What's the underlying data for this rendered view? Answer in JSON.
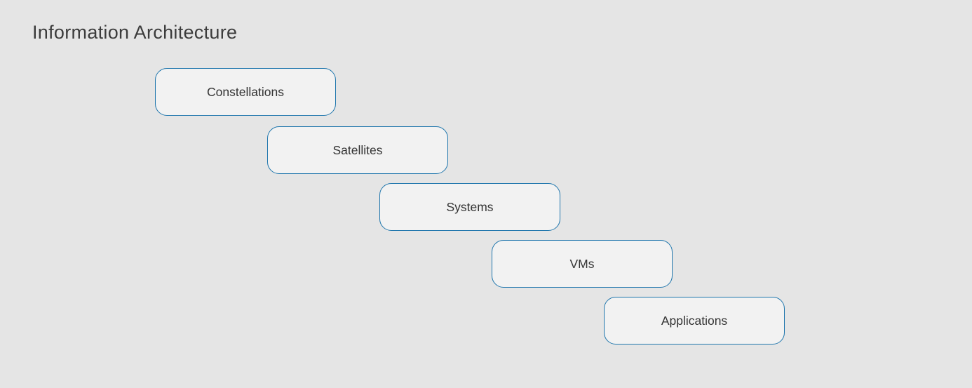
{
  "title": "Information Architecture",
  "diagram": {
    "type": "cascade",
    "nodes": [
      {
        "label": "Constellations"
      },
      {
        "label": "Satellites"
      },
      {
        "label": "Systems"
      },
      {
        "label": "VMs"
      },
      {
        "label": "Applications"
      }
    ]
  },
  "colors": {
    "background": "#e5e5e5",
    "node_fill": "#f2f2f2",
    "node_border": "#1f76ad",
    "node_text": "#333333",
    "title_text": "#3c3c3c"
  }
}
